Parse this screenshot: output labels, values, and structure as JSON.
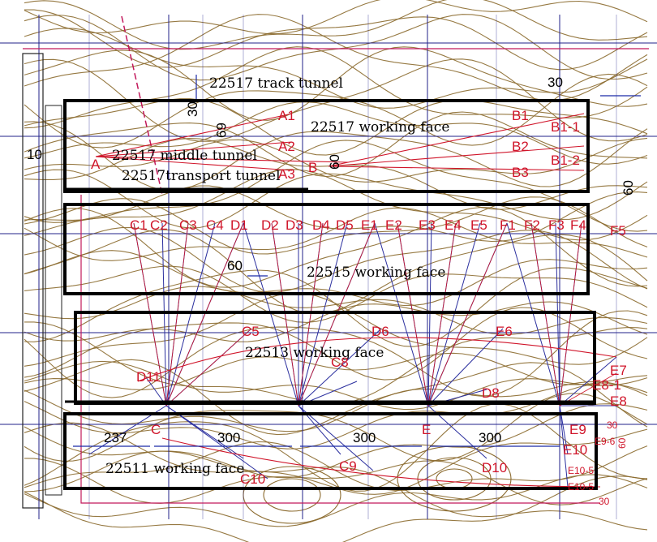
{
  "colors": {
    "face_outline": "#000000",
    "grid": "#20208a",
    "contour": "#8b6a2e",
    "borehole_red": "#d0152a",
    "borehole_blue": "#2b2f9e",
    "boundary": "#c2185b"
  },
  "tunnels": {
    "track": "22517 track tunnel",
    "middle": "22517 middle tunnel",
    "transport": "22517transport tunnel"
  },
  "faces": {
    "f22517": "22517 working face",
    "f22515": "22515 working face",
    "f22513": "22513 working face",
    "f22511": "22511 working face"
  },
  "dimensions": {
    "d30_top": "30",
    "d30_left": "30",
    "d69": "69",
    "d60_a": "60",
    "d60_b": "60",
    "d60_c": "60",
    "d10": "10",
    "d237": "237",
    "d300_a": "300",
    "d300_b": "300",
    "d300_c": "300",
    "d30_r1": "30",
    "d60_r": "60",
    "d30_r2": "30"
  },
  "borehole_labels": {
    "A": "A",
    "A1": "A1",
    "A2": "A2",
    "A3": "A3",
    "B": "B",
    "B1": "B1",
    "B2": "B2",
    "B3": "B3",
    "B1_1": "B1-1",
    "B1_2": "B1-2",
    "C": "C",
    "C1": "C1",
    "C2": "C2",
    "C3": "C3",
    "C4": "C4",
    "C5": "C5",
    "C8": "C8",
    "C9": "C9",
    "C10": "C10",
    "D1": "D1",
    "D2": "D2",
    "D3": "D3",
    "D4": "D4",
    "D5": "D5",
    "D6": "D6",
    "D8": "D8",
    "D10": "D10",
    "D11": "D11",
    "E": "E",
    "E1": "E1",
    "E2": "E2",
    "E3": "E3",
    "E4": "E4",
    "E5": "E5",
    "E6": "E6",
    "E7": "E7",
    "E8": "E8",
    "E8_1": "E8-1",
    "E9": "E9",
    "E10": "E10",
    "F1": "F1",
    "F2": "F2",
    "F3": "F3",
    "F4": "F4",
    "F5": "F5",
    "F9": "E9-6",
    "F10": "E10-5",
    "F11": "E10-5"
  }
}
